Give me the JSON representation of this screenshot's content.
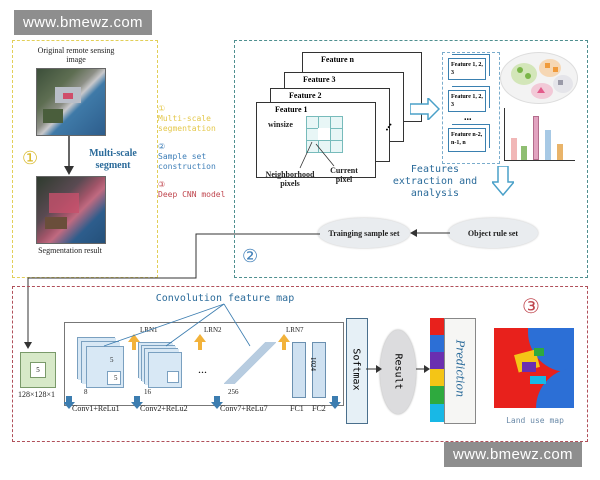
{
  "watermarks": {
    "top": "www.bmewz.com",
    "bottom": "www.bmewz.com"
  },
  "panel1": {
    "number": "①",
    "original_label": "Original remote sensing image",
    "segment_label": "Multi-scale segment",
    "result_label": "Segmentation result",
    "legend": [
      {
        "mark": "①",
        "text": "Multi-scale segmentation",
        "color": "#e4c84c"
      },
      {
        "mark": "②",
        "text": "Sample set construction",
        "color": "#3f7fb8"
      },
      {
        "mark": "③",
        "text": "Deep CNN model",
        "color": "#c0474f"
      }
    ]
  },
  "panel2": {
    "number": "②",
    "features": [
      "Feature n",
      "Feature 3",
      "Feature 2",
      "Feature 1"
    ],
    "winsize": "winsize",
    "neighborhood": "Neighborhood pixels",
    "current": "Current pixel",
    "ellipsis": "...",
    "stack_labels": [
      "Feature 1, 2, 3",
      "Feature 1, 2, 3",
      "Feature n-2, n-1, n"
    ],
    "extraction": "Features extraction and analysis",
    "training": "Trainging sample set",
    "object_rule": "Object rule set"
  },
  "panel3": {
    "number": "③",
    "conv_title": "Convolution feature map",
    "input_size": "128×128×1",
    "input_k": "5",
    "lrn": [
      "LRN1",
      "LRN2",
      "LRN7"
    ],
    "kernel_5": "5",
    "depths": [
      "8",
      "16",
      "256"
    ],
    "dots": "...",
    "fc_size": "1024",
    "layers": [
      "Conv1+ReLu1",
      "Conv2+ReLu2",
      "Conv7+ReLu7",
      "FC1",
      "FC2"
    ],
    "softmax": "Softmax",
    "result": "Result",
    "prediction": "Prediction",
    "land_use": "Land use map",
    "legend_colors": [
      "#e8211c",
      "#2c6fd6",
      "#6a2fb0",
      "#f4c516",
      "#2eaa3e",
      "#18b8e6"
    ]
  },
  "colors": {
    "accent_teal": "#4f8f8f",
    "accent_red": "#b0505a",
    "accent_yellow": "#e2cf58",
    "arrow_orange": "#f2b23a",
    "arrow_blue": "#3c7db0"
  }
}
